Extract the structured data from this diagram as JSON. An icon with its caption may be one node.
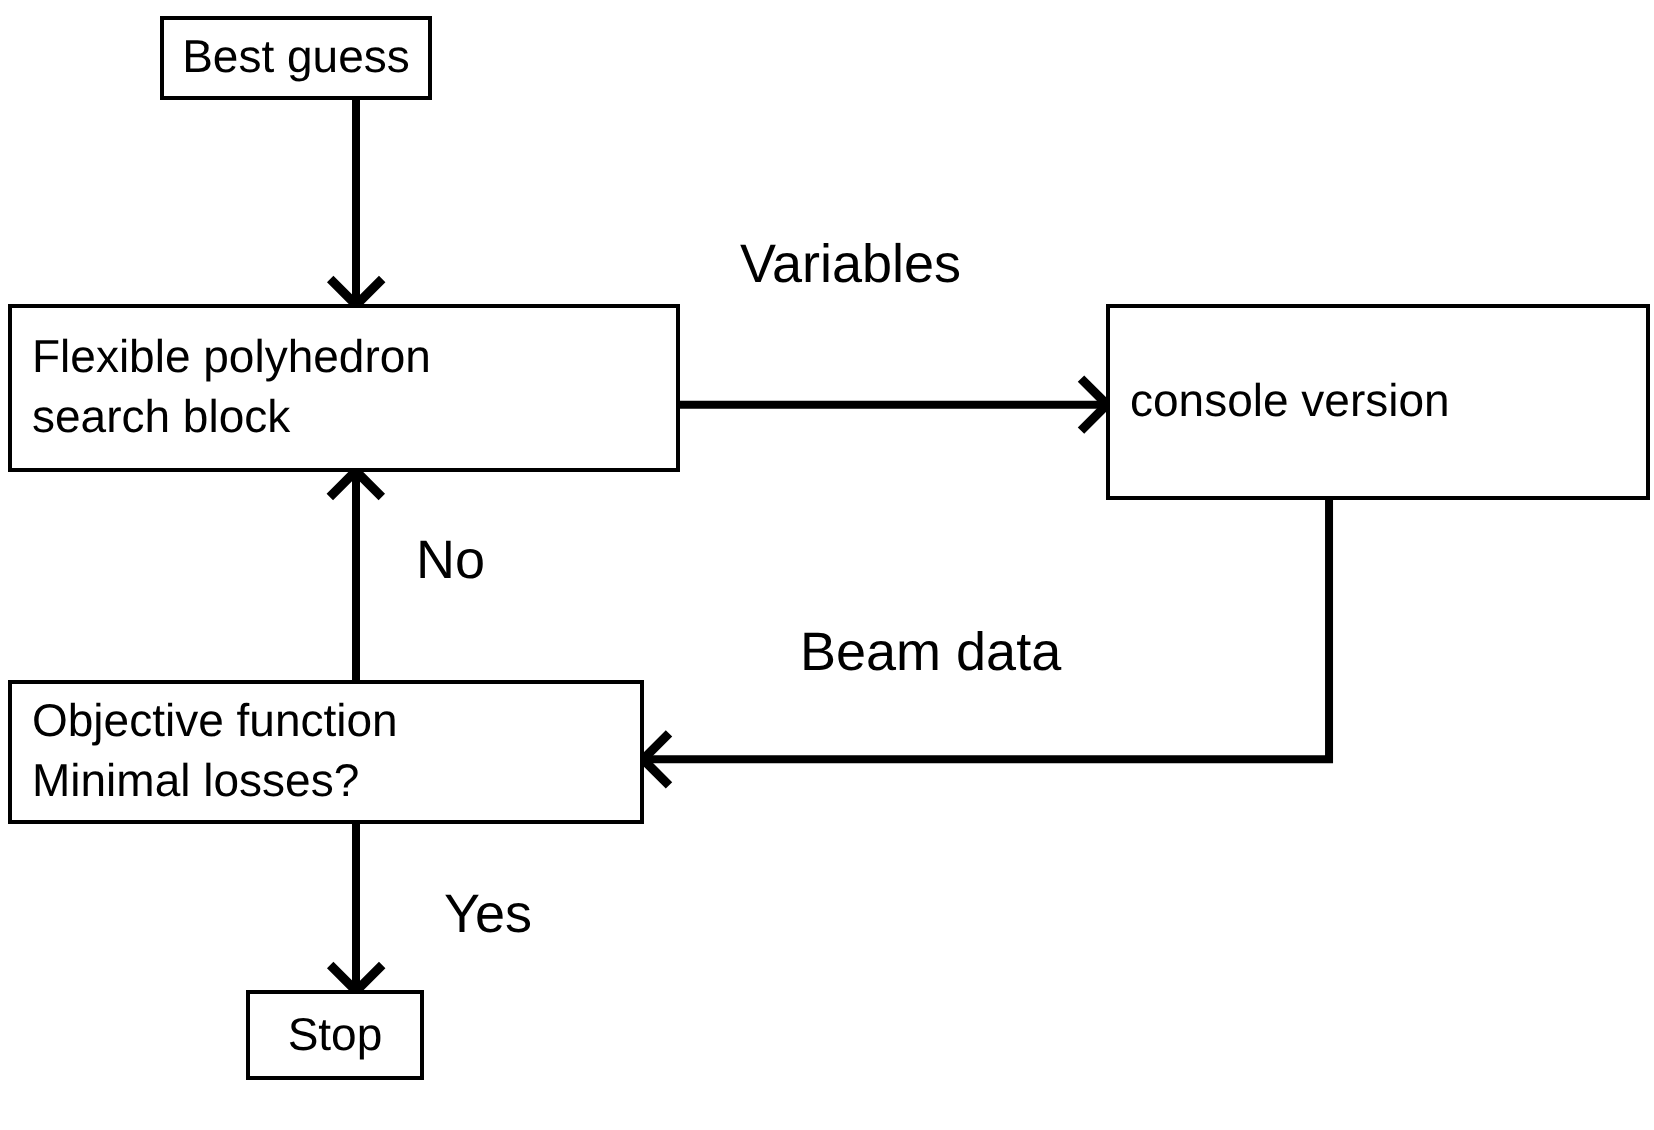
{
  "diagram": {
    "nodes": [
      {
        "text": [
          "Best guess"
        ]
      },
      {
        "text": [
          "Flexible polyhedron search block"
        ]
      },
      {
        "text": [
          "console version"
        ]
      },
      {
        "text": [
          "Objective function Minimal  losses?"
        ]
      },
      {
        "text": [
          "Stop"
        ]
      }
    ],
    "edges": [
      {
        "from": 0,
        "to": 1,
        "arrow": "to"
      },
      {
        "from": 1,
        "to": 2,
        "arrow": "to",
        "label": "Variables"
      },
      {
        "from": 2,
        "to": 3,
        "arrow": "to",
        "label": "Beam data"
      },
      {
        "from": 3,
        "to": 1,
        "arrow": "to",
        "label": "No"
      },
      {
        "from": 3,
        "to": 4,
        "arrow": "to",
        "label": "Yes"
      }
    ]
  }
}
